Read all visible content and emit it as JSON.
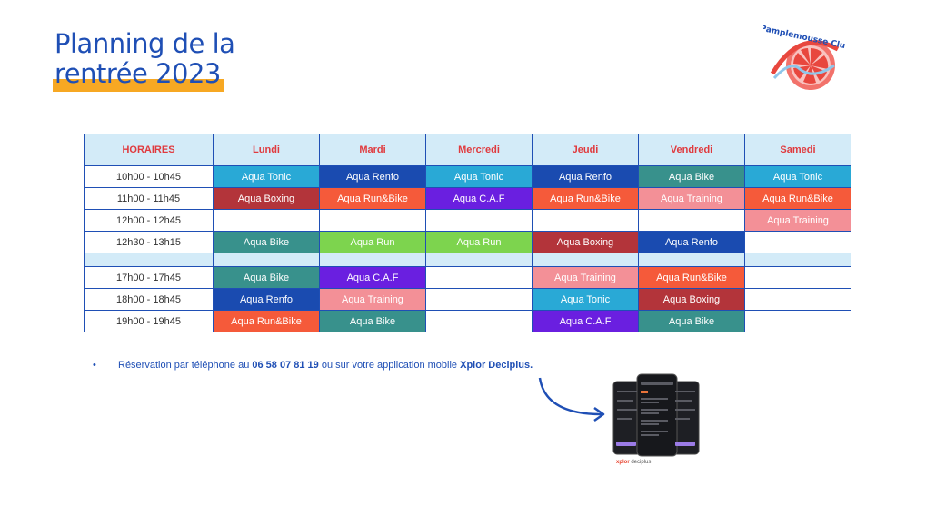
{
  "title": {
    "line1": "Planning de la",
    "line2": "rentrée 2023"
  },
  "logo": {
    "text": "Pamplemousse Club",
    "colors": [
      "#e8473e",
      "#1f4fb5"
    ]
  },
  "table": {
    "headers": [
      "HORAIRES",
      "Lundi",
      "Mardi",
      "Mercredi",
      "Jeudi",
      "Vendredi",
      "Samedi"
    ],
    "rows": [
      {
        "time": "10h00 - 10h45",
        "cells": [
          {
            "label": "Aqua Tonic",
            "cls": "c-tonic"
          },
          {
            "label": "Aqua Renfo",
            "cls": "c-renfo"
          },
          {
            "label": "Aqua Tonic",
            "cls": "c-tonic"
          },
          {
            "label": "Aqua Renfo",
            "cls": "c-renfo"
          },
          {
            "label": "Aqua Bike",
            "cls": "c-bike"
          },
          {
            "label": "Aqua Tonic",
            "cls": "c-tonic"
          }
        ]
      },
      {
        "time": "11h00 - 11h45",
        "cells": [
          {
            "label": "Aqua Boxing",
            "cls": "c-boxing"
          },
          {
            "label": "Aqua Run&Bike",
            "cls": "c-runbike"
          },
          {
            "label": "Aqua C.A.F",
            "cls": "c-caf"
          },
          {
            "label": "Aqua Run&Bike",
            "cls": "c-runbike"
          },
          {
            "label": "Aqua Training",
            "cls": "c-training"
          },
          {
            "label": "Aqua Run&Bike",
            "cls": "c-runbike"
          }
        ]
      },
      {
        "time": "12h00 - 12h45",
        "cells": [
          {
            "label": "",
            "cls": "empty"
          },
          {
            "label": "",
            "cls": "empty"
          },
          {
            "label": "",
            "cls": "empty"
          },
          {
            "label": "",
            "cls": "empty"
          },
          {
            "label": "",
            "cls": "empty"
          },
          {
            "label": "Aqua Training",
            "cls": "c-training"
          }
        ]
      },
      {
        "time": "12h30 - 13h15",
        "cells": [
          {
            "label": "Aqua Bike",
            "cls": "c-bike"
          },
          {
            "label": "Aqua Run",
            "cls": "c-run"
          },
          {
            "label": "Aqua Run",
            "cls": "c-run"
          },
          {
            "label": "Aqua Boxing",
            "cls": "c-boxing"
          },
          {
            "label": "Aqua Renfo",
            "cls": "c-renfo"
          },
          {
            "label": "",
            "cls": "empty"
          }
        ]
      },
      {
        "separator": true
      },
      {
        "time": "17h00 - 17h45",
        "cells": [
          {
            "label": "Aqua Bike",
            "cls": "c-bike"
          },
          {
            "label": "Aqua C.A.F",
            "cls": "c-caf"
          },
          {
            "label": "",
            "cls": "empty"
          },
          {
            "label": "Aqua Training",
            "cls": "c-training"
          },
          {
            "label": "Aqua Run&Bike",
            "cls": "c-runbike"
          },
          {
            "label": "",
            "cls": "empty"
          }
        ]
      },
      {
        "time": "18h00 - 18h45",
        "cells": [
          {
            "label": "Aqua Renfo",
            "cls": "c-renfo"
          },
          {
            "label": "Aqua Training",
            "cls": "c-training"
          },
          {
            "label": "",
            "cls": "empty"
          },
          {
            "label": "Aqua Tonic",
            "cls": "c-tonic"
          },
          {
            "label": "Aqua Boxing",
            "cls": "c-boxing"
          },
          {
            "label": "",
            "cls": "empty"
          }
        ]
      },
      {
        "time": "19h00 - 19h45",
        "cells": [
          {
            "label": "Aqua Run&Bike",
            "cls": "c-runbike"
          },
          {
            "label": "Aqua Bike",
            "cls": "c-bike"
          },
          {
            "label": "",
            "cls": "empty"
          },
          {
            "label": "Aqua C.A.F",
            "cls": "c-caf"
          },
          {
            "label": "Aqua Bike",
            "cls": "c-bike"
          },
          {
            "label": "",
            "cls": "empty"
          }
        ]
      }
    ]
  },
  "note": {
    "bullet": "•",
    "prefix": "Réservation par téléphone au ",
    "phone": "06 58 07 81 19",
    "middle": " ou sur votre application mobile ",
    "app": "Xplor Deciplus."
  },
  "app_logo": {
    "brand": "xplor",
    "product": "deciplus"
  },
  "colors": {
    "title": "#1f4fb5",
    "highlight": "#f7a823",
    "header_text": "#e03a3e",
    "header_bg": "#d3ebf8"
  }
}
